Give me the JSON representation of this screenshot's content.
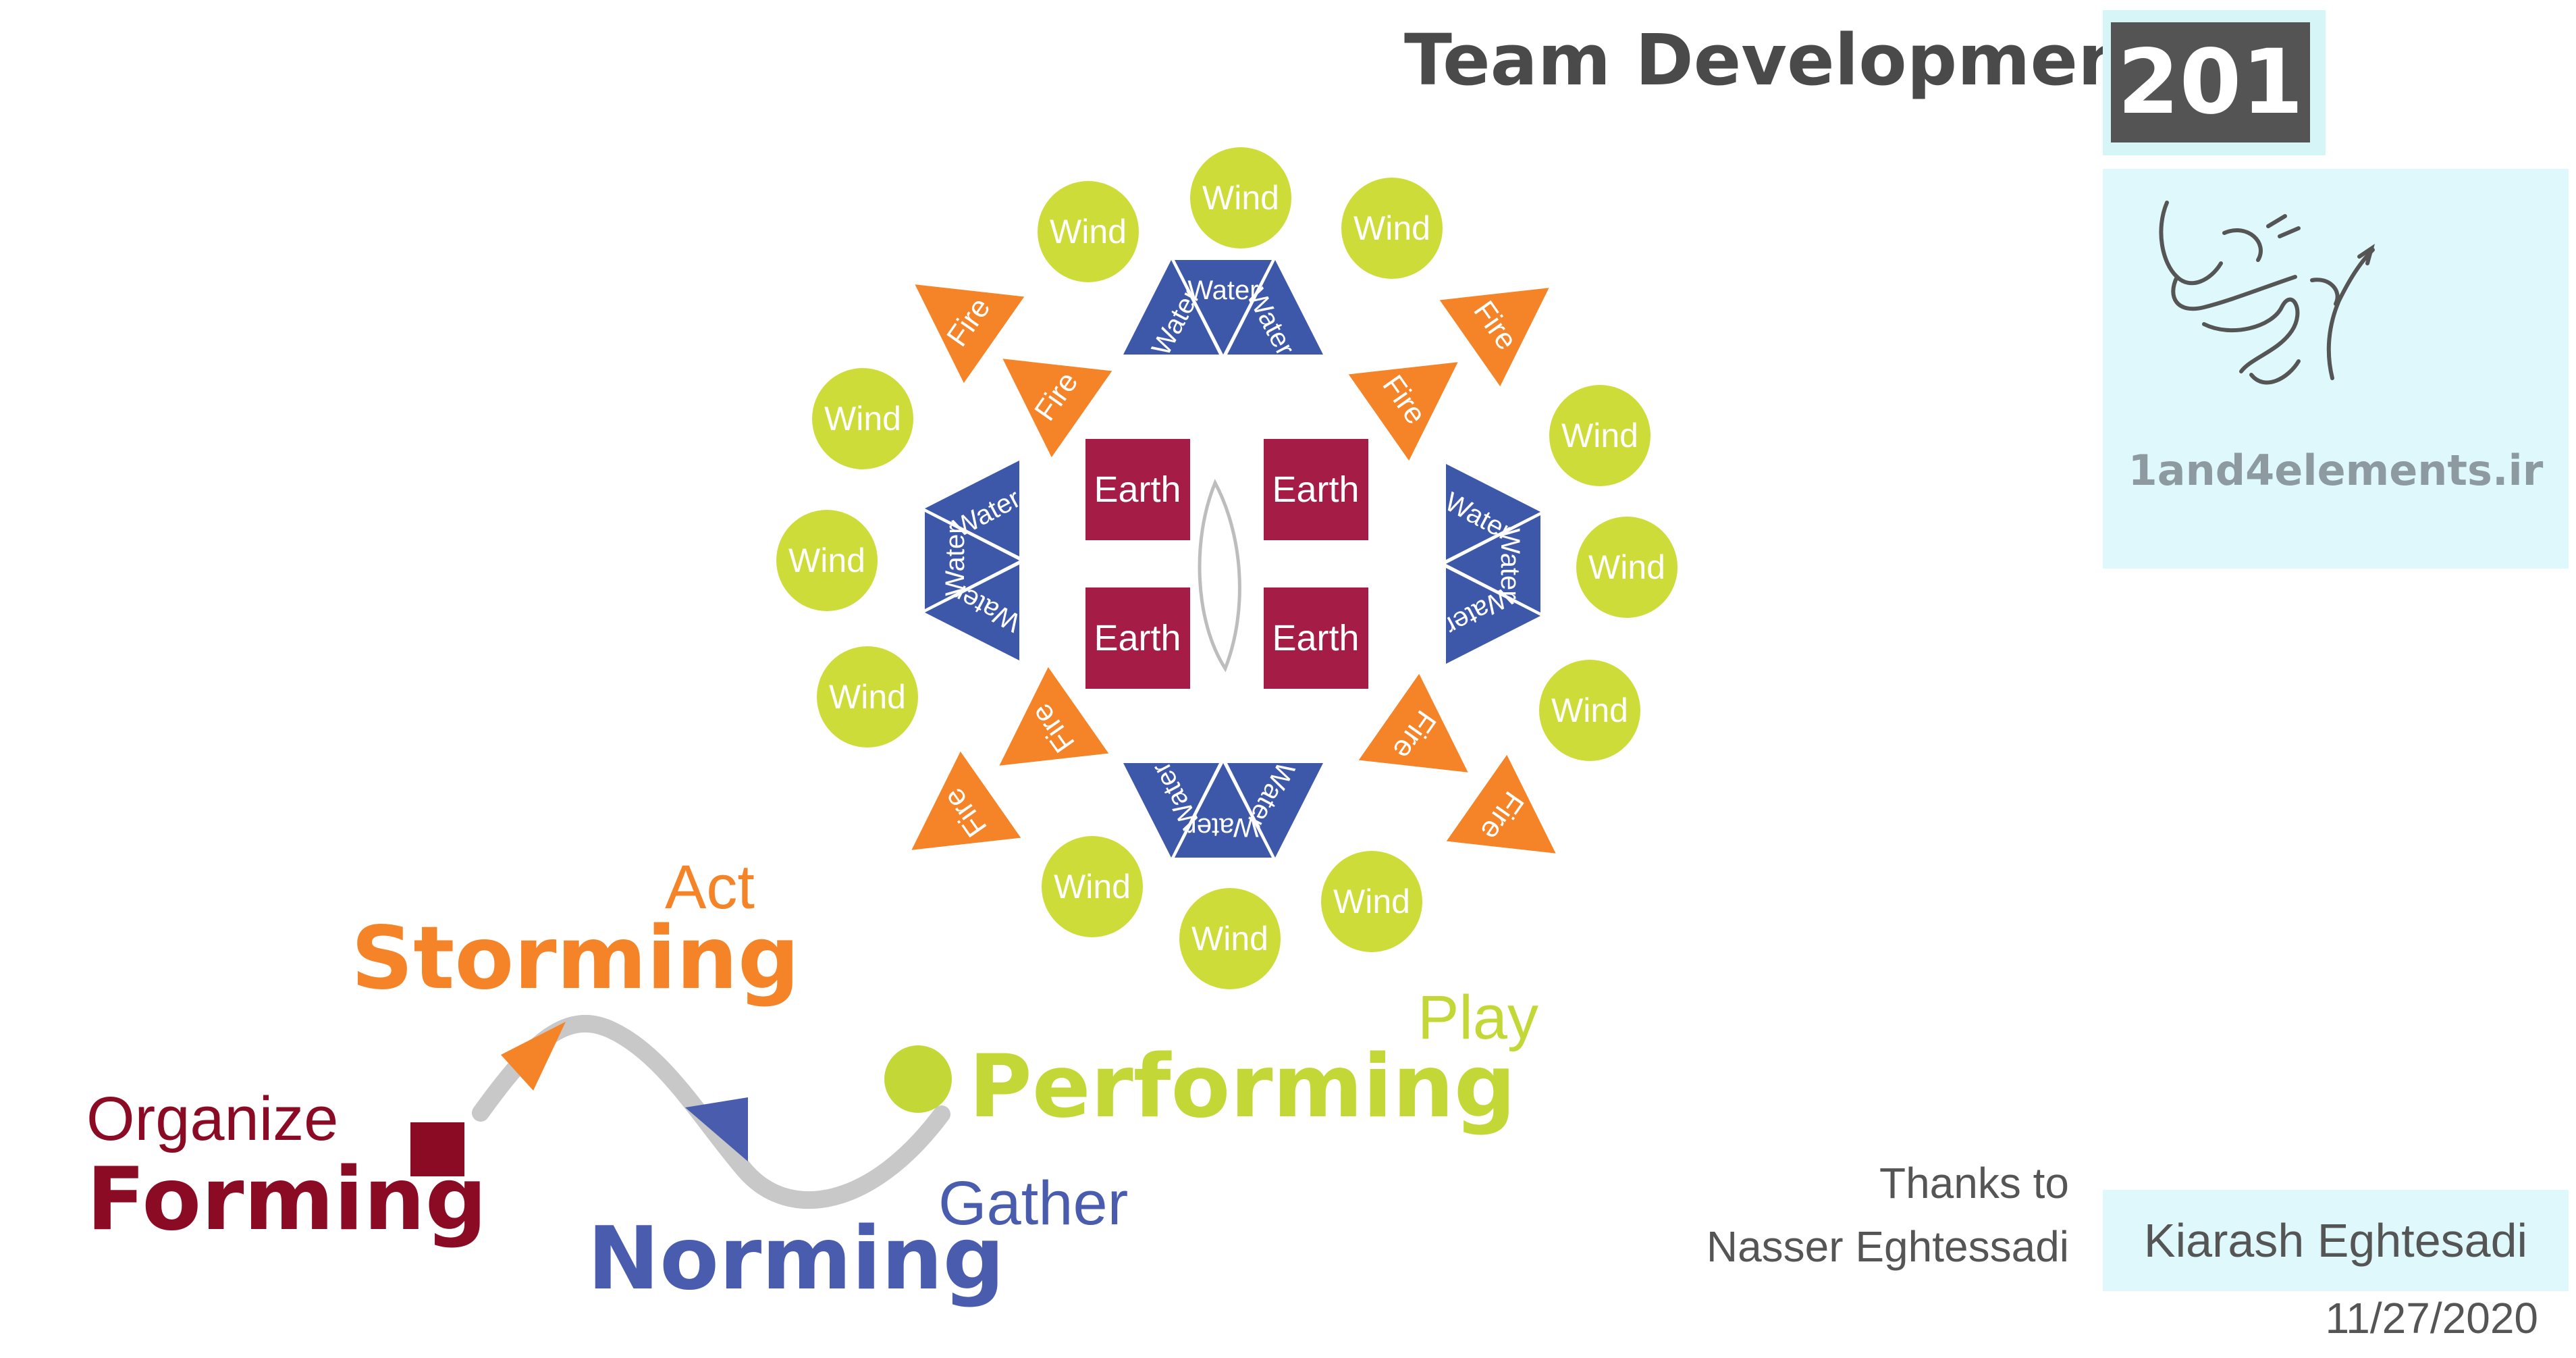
{
  "header": {
    "title": "Team Development",
    "course_number": "201"
  },
  "brand": {
    "site": "1and4elements.ir"
  },
  "credits": {
    "thanks_line1": "Thanks to",
    "thanks_line2": "Nasser Eghtessadi",
    "author": "Kiarash Eghtesadi",
    "date": "11/27/2020"
  },
  "elements": {
    "wind": "Wind",
    "fire": "Fire",
    "water": "Water",
    "earth": "Earth"
  },
  "stages": [
    {
      "verb": "Organize",
      "name": "Forming",
      "color": "#8b0a24"
    },
    {
      "verb": "Act",
      "name": "Storming",
      "color": "#f58428"
    },
    {
      "verb": "Gather",
      "name": "Norming",
      "color": "#4a5cae"
    },
    {
      "verb": "Play",
      "name": "Performing",
      "color": "#c3d837"
    }
  ],
  "colors": {
    "wind": "#cddc39",
    "fire": "#f58428",
    "water": "#3d58a8",
    "earth": "#a51c47",
    "title": "#4a4a4a",
    "badge": "#545454"
  },
  "icons": {
    "logo": "calligraphy-logo-icon",
    "forming": "square-icon",
    "storming": "arrow-head-icon",
    "norming": "triangle-icon",
    "performing": "circle-icon"
  }
}
